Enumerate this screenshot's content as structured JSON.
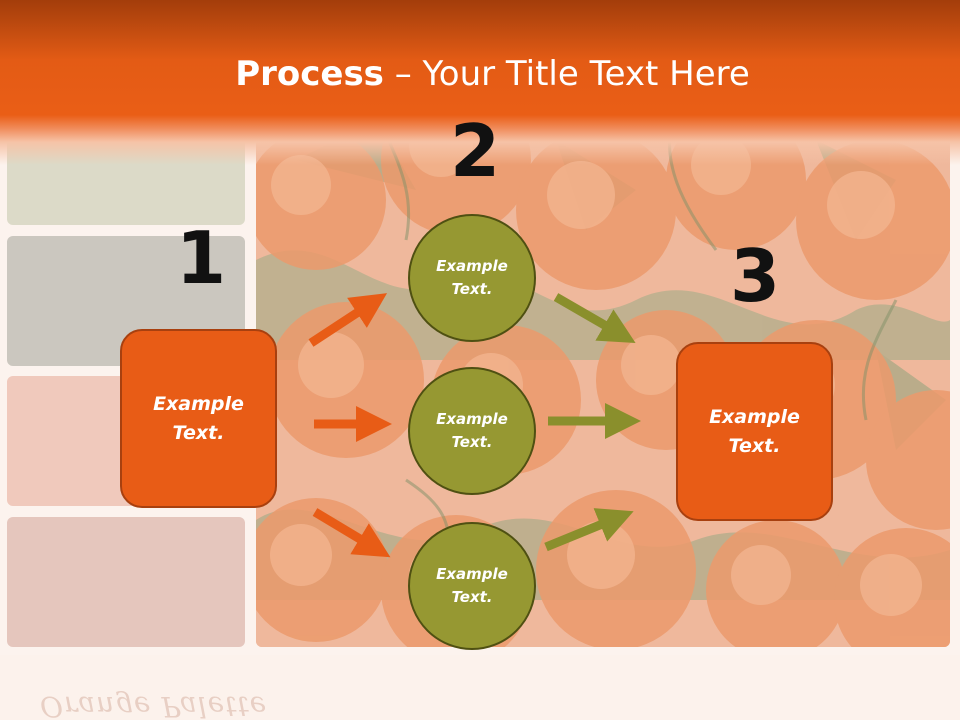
{
  "slide": {
    "title_bold": "Process",
    "title_rest": " – Your Title Text Here",
    "watermark": "Orange Palette"
  },
  "steps": {
    "one": "1",
    "two": "2",
    "three": "3"
  },
  "boxes": {
    "left": "Example\nText.",
    "right": "Example\nText."
  },
  "circles": {
    "top": "Example\nText.",
    "middle": "Example\nText.",
    "bottom": "Example\nText."
  },
  "colors": {
    "header": "#e85c16",
    "box_fill": "#e85c16",
    "circle_fill": "#969832",
    "arrow_orange": "#e85c16",
    "arrow_olive": "#8a8f2c"
  }
}
